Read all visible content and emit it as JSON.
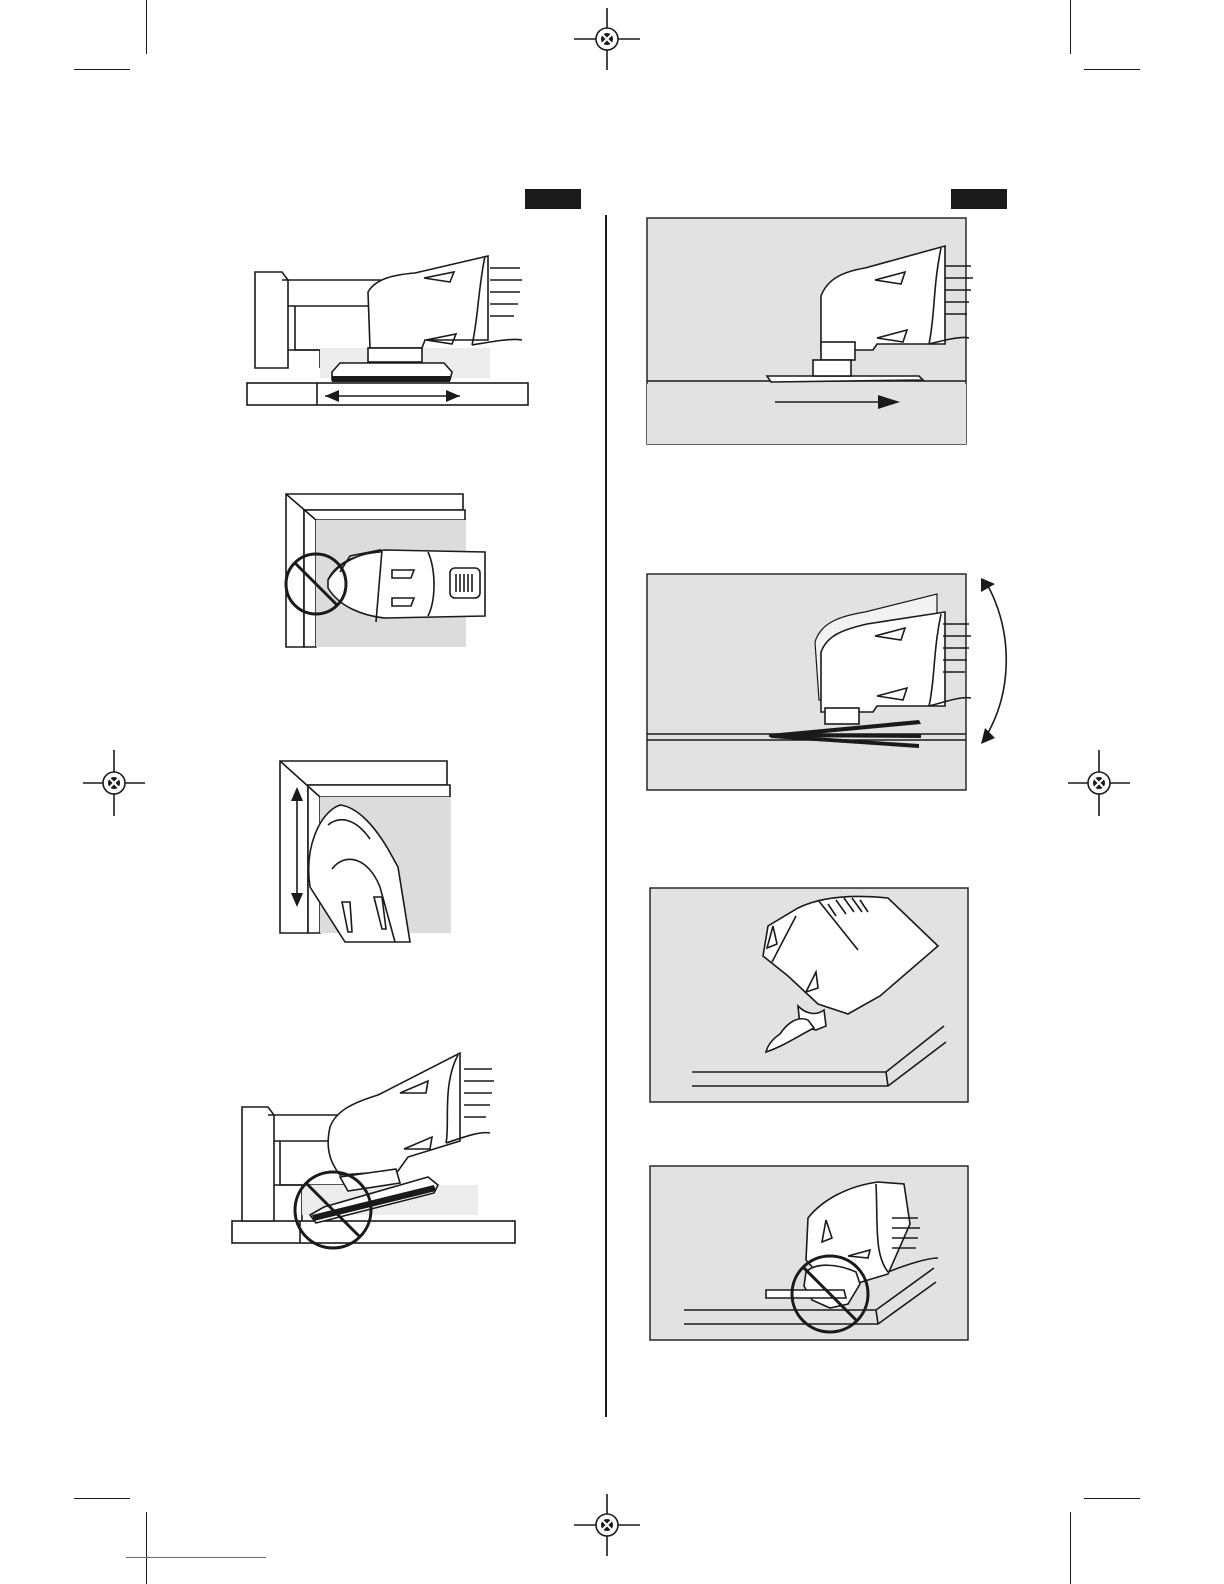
{
  "page": {
    "figure_tags": [
      {
        "id": "left",
        "label": ""
      },
      {
        "id": "right",
        "label": ""
      }
    ],
    "colors": {
      "ink": "#1a1a1a",
      "panel": "#e2e2e2",
      "accent_line": "#4a6cd4"
    },
    "figures_left": [
      {
        "name": "sanding-flat-surface",
        "prohibited": false
      },
      {
        "name": "sanding-corner-tip-wrong",
        "prohibited": true
      },
      {
        "name": "sanding-along-edge",
        "prohibited": false
      },
      {
        "name": "sanding-tilted-wrong",
        "prohibited": true
      }
    ],
    "figures_right": [
      {
        "name": "flush-cutting-with-blade",
        "prohibited": false
      },
      {
        "name": "blade-angle-adjustment",
        "prohibited": false
      },
      {
        "name": "scraping-surface",
        "prohibited": false
      },
      {
        "name": "plunge-cut-wrong",
        "prohibited": true
      }
    ],
    "icons": [
      "registration-mark-icon",
      "prohibited-sign-icon",
      "double-arrow-icon"
    ]
  }
}
